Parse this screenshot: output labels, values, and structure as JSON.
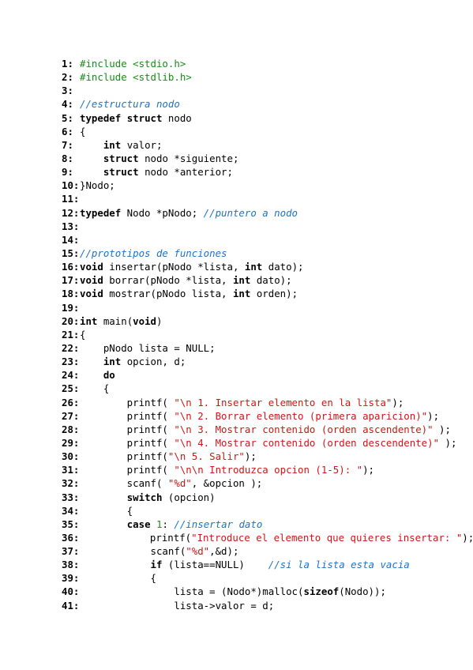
{
  "lines": [
    {
      "n": "1:",
      "t": [
        {
          "c": "pp",
          "s": "#include <stdio.h>"
        }
      ]
    },
    {
      "n": "2:",
      "t": [
        {
          "c": "pp",
          "s": "#include <stdlib.h>"
        }
      ]
    },
    {
      "n": "3:",
      "t": []
    },
    {
      "n": "4:",
      "t": [
        {
          "c": "cm",
          "s": "//estructura nodo"
        }
      ]
    },
    {
      "n": "5:",
      "t": [
        {
          "c": "kw",
          "s": "typedef"
        },
        {
          "c": "",
          "s": " "
        },
        {
          "c": "kw",
          "s": "struct"
        },
        {
          "c": "",
          "s": " nodo"
        }
      ]
    },
    {
      "n": "6:",
      "t": [
        {
          "c": "",
          "s": "{"
        }
      ]
    },
    {
      "n": "7:",
      "t": [
        {
          "c": "",
          "s": "    "
        },
        {
          "c": "kw",
          "s": "int"
        },
        {
          "c": "",
          "s": " valor;"
        }
      ]
    },
    {
      "n": "8:",
      "t": [
        {
          "c": "",
          "s": "    "
        },
        {
          "c": "kw",
          "s": "struct"
        },
        {
          "c": "",
          "s": " nodo *siguiente;"
        }
      ]
    },
    {
      "n": "9:",
      "t": [
        {
          "c": "",
          "s": "    "
        },
        {
          "c": "kw",
          "s": "struct"
        },
        {
          "c": "",
          "s": " nodo *anterior;"
        }
      ]
    },
    {
      "n": "10:",
      "t": [
        {
          "c": "",
          "s": "}Nodo;"
        }
      ]
    },
    {
      "n": "11:",
      "t": []
    },
    {
      "n": "12:",
      "t": [
        {
          "c": "kw",
          "s": "typedef"
        },
        {
          "c": "",
          "s": " Nodo *pNodo; "
        },
        {
          "c": "cm",
          "s": "//puntero a nodo"
        }
      ]
    },
    {
      "n": "13:",
      "t": []
    },
    {
      "n": "14:",
      "t": []
    },
    {
      "n": "15:",
      "t": [
        {
          "c": "cm",
          "s": "//prototipos de funciones"
        }
      ]
    },
    {
      "n": "16:",
      "t": [
        {
          "c": "kw",
          "s": "void"
        },
        {
          "c": "",
          "s": " insertar(pNodo *lista, "
        },
        {
          "c": "kw",
          "s": "int"
        },
        {
          "c": "",
          "s": " dato);"
        }
      ]
    },
    {
      "n": "17:",
      "t": [
        {
          "c": "kw",
          "s": "void"
        },
        {
          "c": "",
          "s": " borrar(pNodo *lista, "
        },
        {
          "c": "kw",
          "s": "int"
        },
        {
          "c": "",
          "s": " dato);"
        }
      ]
    },
    {
      "n": "18:",
      "t": [
        {
          "c": "kw",
          "s": "void"
        },
        {
          "c": "",
          "s": " mostrar(pNodo lista, "
        },
        {
          "c": "kw",
          "s": "int"
        },
        {
          "c": "",
          "s": " orden);"
        }
      ]
    },
    {
      "n": "19:",
      "t": []
    },
    {
      "n": "20:",
      "t": [
        {
          "c": "kw",
          "s": "int"
        },
        {
          "c": "",
          "s": " main("
        },
        {
          "c": "kw",
          "s": "void"
        },
        {
          "c": "",
          "s": ")"
        }
      ]
    },
    {
      "n": "21:",
      "t": [
        {
          "c": "",
          "s": "{"
        }
      ]
    },
    {
      "n": "22:",
      "t": [
        {
          "c": "",
          "s": "    pNodo lista = NULL;"
        }
      ]
    },
    {
      "n": "23:",
      "t": [
        {
          "c": "",
          "s": "    "
        },
        {
          "c": "kw",
          "s": "int"
        },
        {
          "c": "",
          "s": " opcion, d;"
        }
      ]
    },
    {
      "n": "24:",
      "t": [
        {
          "c": "",
          "s": "    "
        },
        {
          "c": "kw",
          "s": "do"
        }
      ]
    },
    {
      "n": "25:",
      "t": [
        {
          "c": "",
          "s": "    {"
        }
      ]
    },
    {
      "n": "26:",
      "t": [
        {
          "c": "",
          "s": "        printf( "
        },
        {
          "c": "str",
          "s": "\"\\n 1. Insertar elemento en la lista\""
        },
        {
          "c": "",
          "s": ");"
        }
      ]
    },
    {
      "n": "27:",
      "t": [
        {
          "c": "",
          "s": "        printf( "
        },
        {
          "c": "str",
          "s": "\"\\n 2. Borrar elemento (primera aparicion)\""
        },
        {
          "c": "",
          "s": ");"
        }
      ]
    },
    {
      "n": "28:",
      "t": [
        {
          "c": "",
          "s": "        printf( "
        },
        {
          "c": "str",
          "s": "\"\\n 3. Mostrar contenido (orden ascendente)\""
        },
        {
          "c": "",
          "s": " );"
        }
      ]
    },
    {
      "n": "29:",
      "t": [
        {
          "c": "",
          "s": "        printf( "
        },
        {
          "c": "str",
          "s": "\"\\n 4. Mostrar contenido (orden descendente)\""
        },
        {
          "c": "",
          "s": " );"
        }
      ]
    },
    {
      "n": "30:",
      "t": [
        {
          "c": "",
          "s": "        printf("
        },
        {
          "c": "str",
          "s": "\"\\n 5. Salir\""
        },
        {
          "c": "",
          "s": ");"
        }
      ]
    },
    {
      "n": "31:",
      "t": [
        {
          "c": "",
          "s": "        printf( "
        },
        {
          "c": "str",
          "s": "\"\\n\\n Introduzca opcion (1-5): \""
        },
        {
          "c": "",
          "s": ");"
        }
      ]
    },
    {
      "n": "32:",
      "t": [
        {
          "c": "",
          "s": "        scanf( "
        },
        {
          "c": "str",
          "s": "\"%d\""
        },
        {
          "c": "",
          "s": ", &opcion );"
        }
      ]
    },
    {
      "n": "33:",
      "t": [
        {
          "c": "",
          "s": "        "
        },
        {
          "c": "kw",
          "s": "switch"
        },
        {
          "c": "",
          "s": " (opcion)"
        }
      ]
    },
    {
      "n": "34:",
      "t": [
        {
          "c": "",
          "s": "        {"
        }
      ]
    },
    {
      "n": "35:",
      "t": [
        {
          "c": "",
          "s": "        "
        },
        {
          "c": "kw",
          "s": "case"
        },
        {
          "c": "",
          "s": " "
        },
        {
          "c": "num",
          "s": "1"
        },
        {
          "c": "",
          "s": ": "
        },
        {
          "c": "cm",
          "s": "//insertar dato"
        }
      ]
    },
    {
      "n": "36:",
      "t": [
        {
          "c": "",
          "s": "            printf("
        },
        {
          "c": "str",
          "s": "\"Introduce el elemento que quieres insertar: \""
        },
        {
          "c": "",
          "s": ");"
        }
      ]
    },
    {
      "n": "37:",
      "t": [
        {
          "c": "",
          "s": "            scanf("
        },
        {
          "c": "str",
          "s": "\"%d\""
        },
        {
          "c": "",
          "s": ",&d);"
        }
      ]
    },
    {
      "n": "38:",
      "t": [
        {
          "c": "",
          "s": "            "
        },
        {
          "c": "kw",
          "s": "if"
        },
        {
          "c": "",
          "s": " (lista==NULL)    "
        },
        {
          "c": "cm",
          "s": "//si la lista esta vacia"
        }
      ]
    },
    {
      "n": "39:",
      "t": [
        {
          "c": "",
          "s": "            {"
        }
      ]
    },
    {
      "n": "40:",
      "t": [
        {
          "c": "",
          "s": "                lista = (Nodo*)malloc("
        },
        {
          "c": "kw",
          "s": "sizeof"
        },
        {
          "c": "",
          "s": "(Nodo));"
        }
      ]
    },
    {
      "n": "41:",
      "t": [
        {
          "c": "",
          "s": "                lista->valor = d;"
        }
      ]
    }
  ]
}
